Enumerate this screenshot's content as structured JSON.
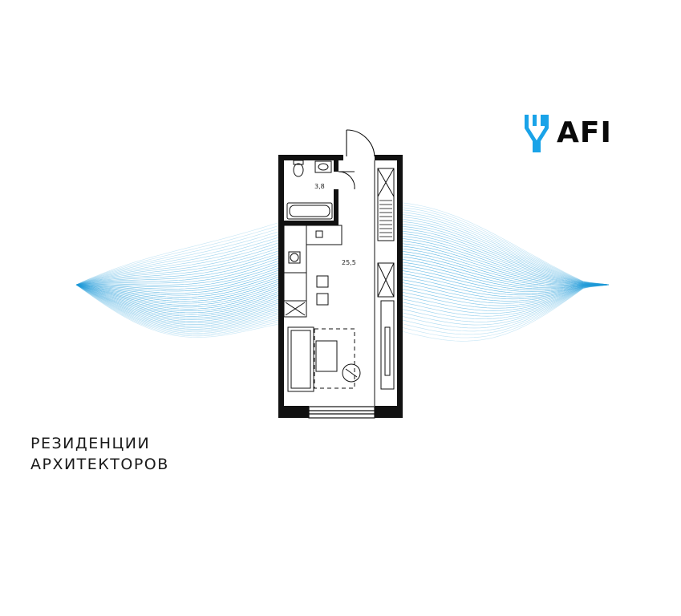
{
  "brand": {
    "logo_text": "AFI",
    "mark_color": "#1aa3e8"
  },
  "caption": {
    "line1": "РЕЗИДЕНЦИИ",
    "line2": "АРХИТЕКТОРОВ"
  },
  "plan": {
    "bathroom_area": "3,8",
    "room_area": "25,5"
  },
  "colors": {
    "wave": "#1e9ad8",
    "wall": "#111111"
  }
}
